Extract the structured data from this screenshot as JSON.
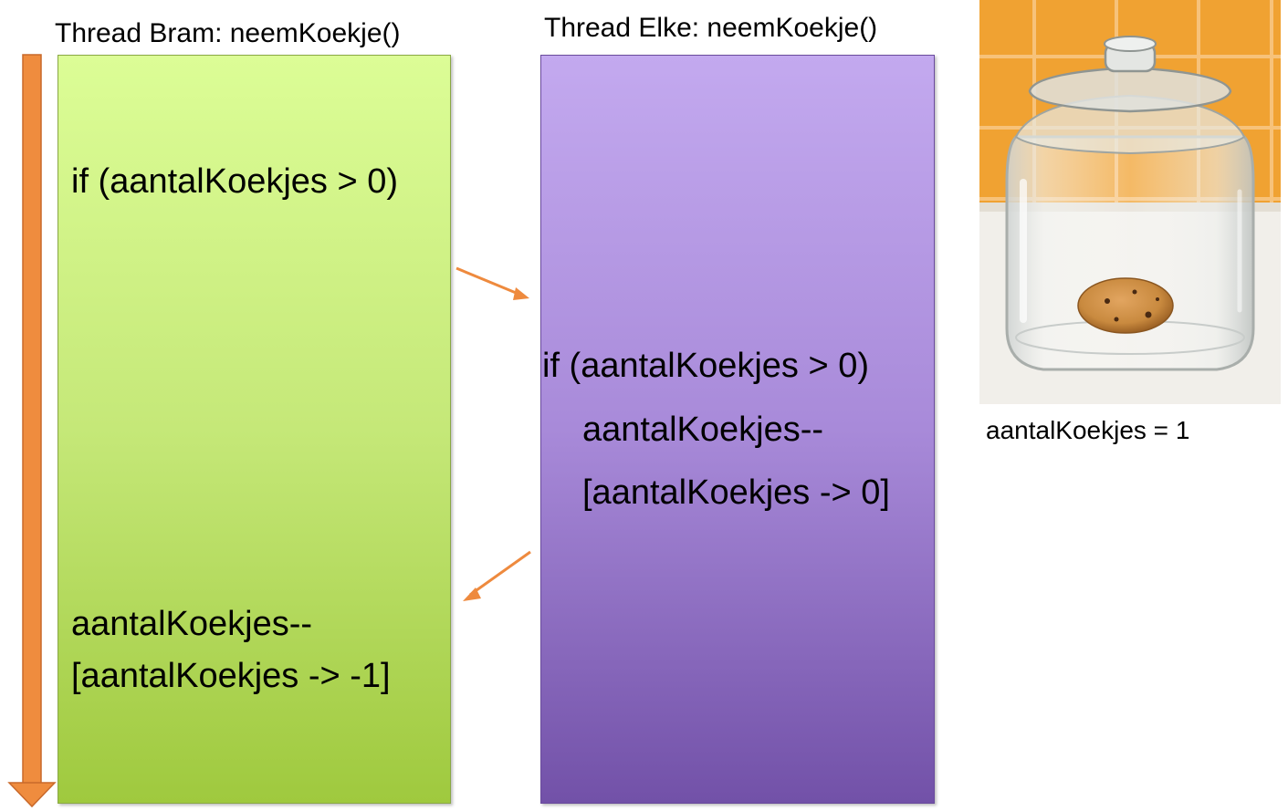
{
  "threads": {
    "bram": {
      "title": "Thread Bram: neemKoekje()",
      "lines": [
        "if (aantalKoekjes > 0)",
        "aantalKoekjes--",
        "[aantalKoekjes -> -1]"
      ],
      "color": "#c5e878"
    },
    "elke": {
      "title": "Thread Elke: neemKoekje()",
      "lines": [
        "if (aantalKoekjes > 0)",
        "aantalKoekjes--",
        "[aantalKoekjes -> 0]"
      ],
      "color": "#a88ad9"
    }
  },
  "jar": {
    "caption": "aantalKoekjes = 1",
    "image": "cookie-jar-with-one-cookie"
  },
  "colors": {
    "arrow": "#ee8a3e",
    "time_arrow": "#ef8c3e"
  }
}
